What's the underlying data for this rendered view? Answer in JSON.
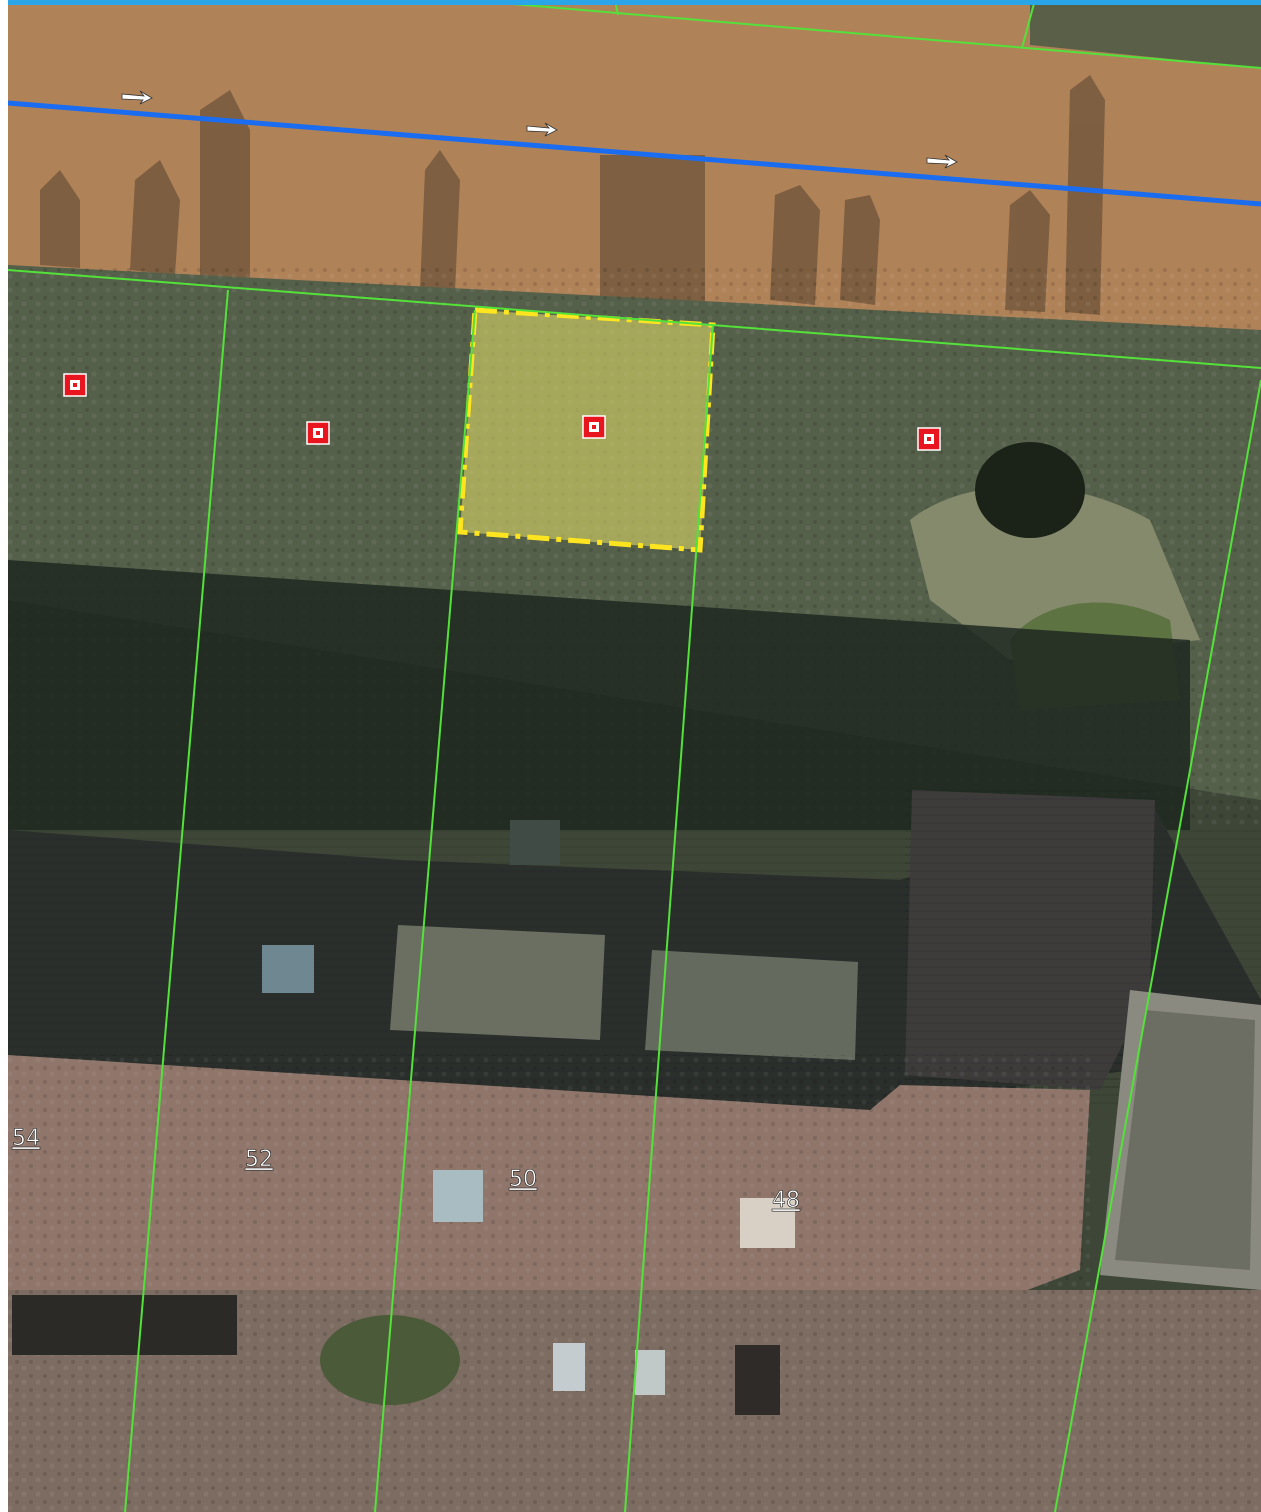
{
  "map": {
    "house_numbers": [
      "54",
      "52",
      "50",
      "48"
    ],
    "colors": {
      "parcel_line": "#53e13a",
      "road_centerline": "#1a6cf0",
      "selection_fill": "#e7e26a",
      "selection_stroke": "#ffe51f",
      "marker": "#e8141e",
      "frame": "#2aa6e8"
    },
    "icons": [
      "direction-arrow-icon",
      "parcel-marker-icon"
    ],
    "selected_parcel": "highlighted"
  }
}
